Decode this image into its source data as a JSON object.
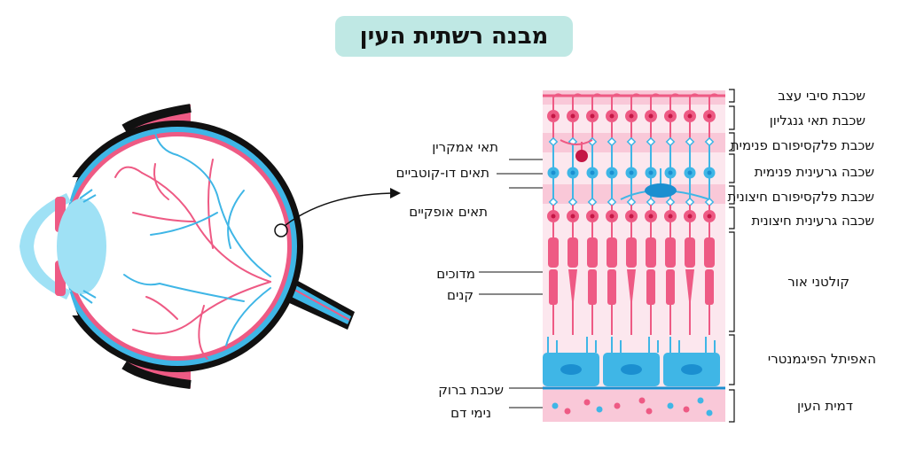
{
  "title": "מבנה רשתית העין",
  "layers_right": [
    "שכבת סיבי עצב",
    "שכבת תאי גנגליון",
    "שכבת פלקסיפורם פנימית",
    "שכבה גרעינית פנימית",
    "שכבת פלקסיפורם חיצונית",
    "שכבה גרעינית חיצונית",
    "קולטני אור",
    "האפיתל הפיגמנטרי",
    "דמית העין"
  ],
  "labels_left": [
    "תאי אמקרין",
    "תאים דו-קוטביים",
    "תאים אופקיים",
    "מדוכים",
    "קנים",
    "שכבת ברוק",
    "נימי דם"
  ],
  "colors": {
    "pink": "#ee5a84",
    "light_pink": "#f9c8d8",
    "blue": "#3fb6e6",
    "light_blue": "#9fe1f5",
    "title_bg": "#bfe8e4",
    "black": "#111111"
  }
}
